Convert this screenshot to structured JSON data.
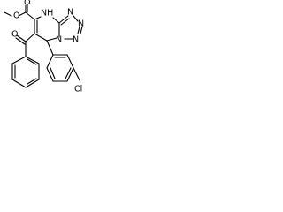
{
  "atom_labels": {
    "ester_oxygen_1": "O",
    "ester_oxygen_2": "O",
    "nh": "NH",
    "ketone_oxygen": "O",
    "tetrazole_n_1": "N",
    "tetrazole_n_2": "N",
    "tetrazole_n_3": "N",
    "tetrazole_n_4": "N",
    "chlorine": "Cl"
  },
  "colors": {
    "bond": "#000000",
    "text": "#000000",
    "background": "#ffffff"
  }
}
